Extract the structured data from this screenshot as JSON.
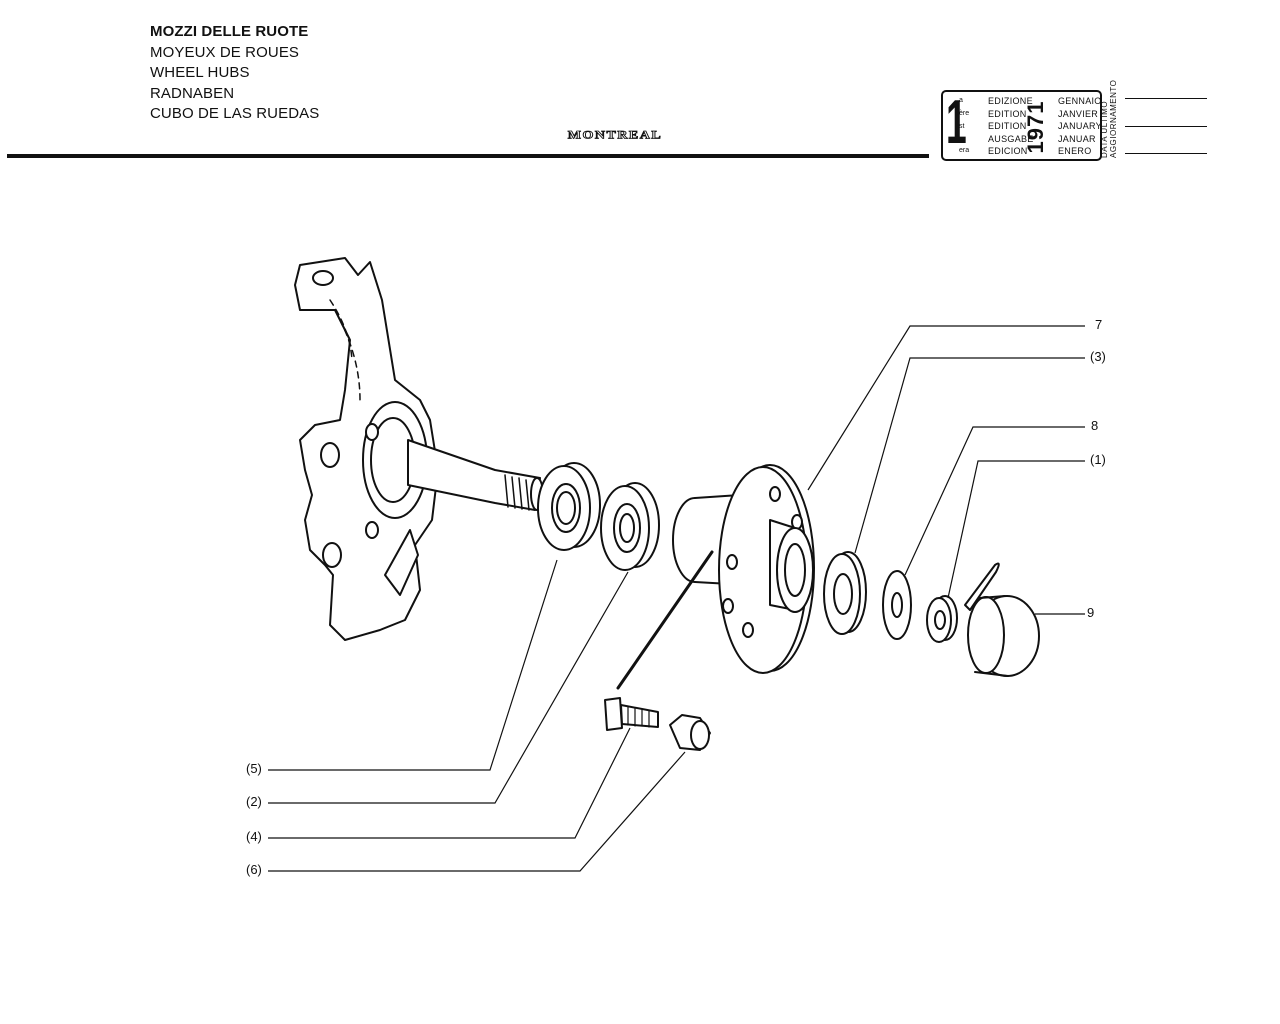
{
  "header": {
    "titles": [
      "MOZZI DELLE RUOTE",
      "MOYEUX DE ROUES",
      "WHEEL HUBS",
      "RADNABEN",
      "CUBO DE LAS RUEDAS"
    ],
    "brand": "MONTREAL"
  },
  "edition_box": {
    "number": "1",
    "suffixes": [
      "a",
      "ère",
      "st",
      ".",
      "era"
    ],
    "labels": [
      "EDIZIONE",
      "EDITION",
      "EDITION",
      "AUSGABE",
      "EDICION"
    ],
    "year": "1971",
    "months": [
      "GENNAIO",
      "JANVIER",
      "JANUARY",
      "JANUAR",
      "ENERO"
    ],
    "update_label_1": "DATA ULTIMO",
    "update_label_2": "AGGIORNAMENTO"
  },
  "callouts": {
    "c7": "7",
    "c3": "(3)",
    "c8": "8",
    "c1": "(1)",
    "c9": "9",
    "c5": "(5)",
    "c2": "(2)",
    "c4": "(4)",
    "c6": "(6)"
  }
}
